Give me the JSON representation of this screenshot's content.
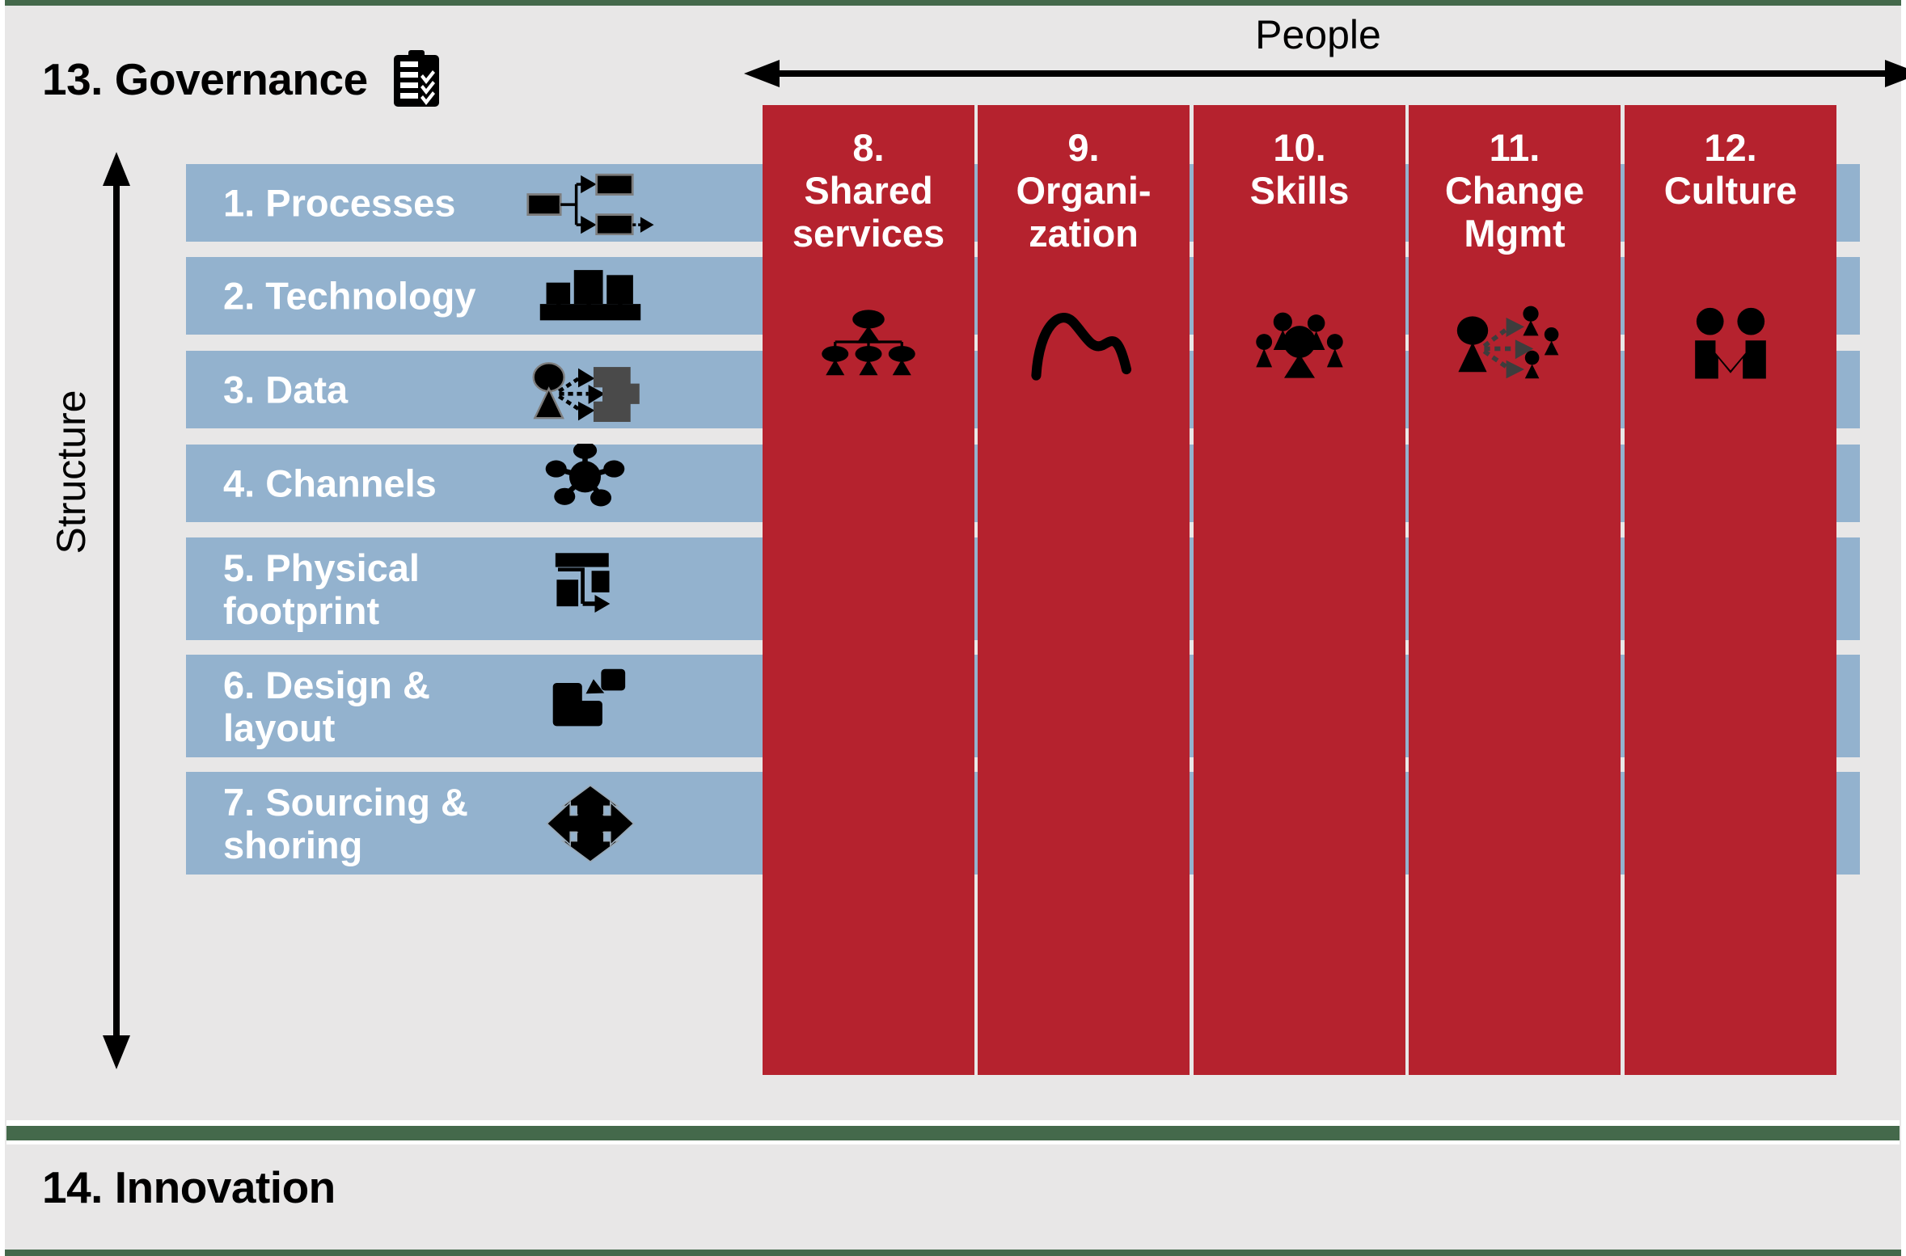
{
  "diagram": {
    "title_top": "13. Governance",
    "title_bottom": "14. Innovation",
    "axis_vertical": "Structure",
    "axis_horizontal": "People",
    "colors": {
      "background": "#e8e7e7",
      "structure_blue": "#93b2ce",
      "people_red": "#b5222e",
      "divider_green": "#44694b",
      "text_dark": "#000000",
      "text_light": "#ffffff"
    },
    "icons": {
      "governance": "clipboard-checklist-icon",
      "innovation": "none"
    }
  },
  "structure_rows": [
    {
      "number": "1.",
      "label": "Processes",
      "text": "1. Processes",
      "icon": "process-flow-icon"
    },
    {
      "number": "2.",
      "label": "Technology",
      "text": "2. Technology",
      "icon": "server-rack-icon"
    },
    {
      "number": "3.",
      "label": "Data",
      "text": "3. Data",
      "icon": "data-distribution-icon"
    },
    {
      "number": "4.",
      "label": "Channels",
      "text": "4. Channels",
      "icon": "network-hub-icon"
    },
    {
      "number": "5.",
      "label": "Physical footprint",
      "text": "5. Physical\nfootprint",
      "icon": "floorplan-icon"
    },
    {
      "number": "6.",
      "label": "Design & layout",
      "text": "6. Design &\nlayout",
      "icon": "layout-blocks-icon"
    },
    {
      "number": "7.",
      "label": "Sourcing & shoring",
      "text": "7. Sourcing &\nshoring",
      "icon": "four-way-arrows-icon"
    }
  ],
  "people_columns": [
    {
      "number": "8.",
      "label": "Shared services",
      "text": "8.\nShared\nservices",
      "icon": "org-tree-icon"
    },
    {
      "number": "9.",
      "label": "Organization",
      "text": "9.\nOrgani-\nzation",
      "icon": "curve-wave-icon"
    },
    {
      "number": "10.",
      "label": "Skills",
      "text": "10.\nSkills",
      "icon": "people-group-icon"
    },
    {
      "number": "11.",
      "label": "Change Mgmt",
      "text": "11.\nChange\nMgmt",
      "icon": "change-broadcast-icon"
    },
    {
      "number": "12.",
      "label": "Culture",
      "text": "12.\nCulture",
      "icon": "handshake-people-icon"
    }
  ]
}
